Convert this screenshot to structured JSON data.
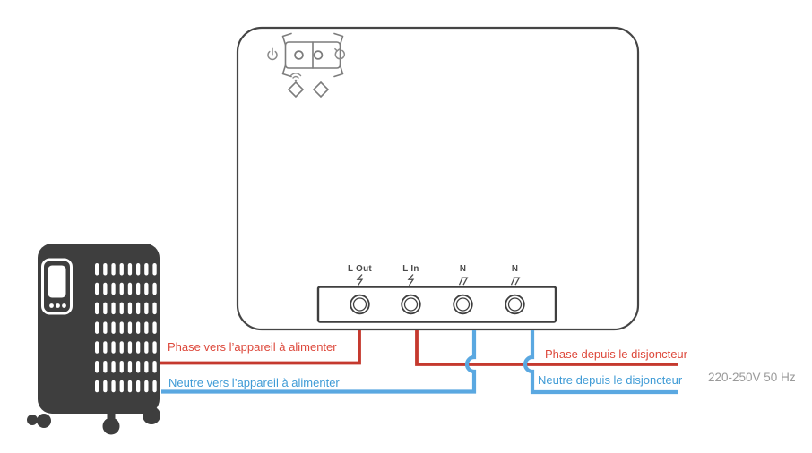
{
  "diagram": {
    "device": {
      "terminals": [
        {
          "label": "L Out",
          "symbol": "lightning-icon"
        },
        {
          "label": "L In",
          "symbol": "lightning-icon"
        },
        {
          "label": "N",
          "symbol": "neutral-icon"
        },
        {
          "label": "N",
          "symbol": "neutral-icon"
        }
      ],
      "indicator_icons": [
        "power-icon",
        "reset-icon",
        "wifi-icon",
        "led-diamond-left",
        "led-diamond-right"
      ]
    },
    "labels": {
      "phase_to_appliance": "Phase vers l’appareil à alimenter",
      "neutral_to_appliance": "Neutre vers l’appareil à alimenter",
      "phase_from_breaker": "Phase depuis le disjoncteur",
      "neutral_from_breaker": "Neutre depuis le disjoncteur",
      "rating": "220-250V 50 Hz"
    },
    "colors": {
      "phase_wire": "#c5392e",
      "neutral_wire": "#5aa8e1",
      "phase_text": "#dd493c",
      "neutral_text": "#3f9bd6",
      "rating_text": "#9a9a9a",
      "device_outline": "#454545",
      "device_detail": "#7c7c7c",
      "terminal_stroke": "#3f3f3f",
      "heater_body": "#3e3e3e"
    }
  }
}
